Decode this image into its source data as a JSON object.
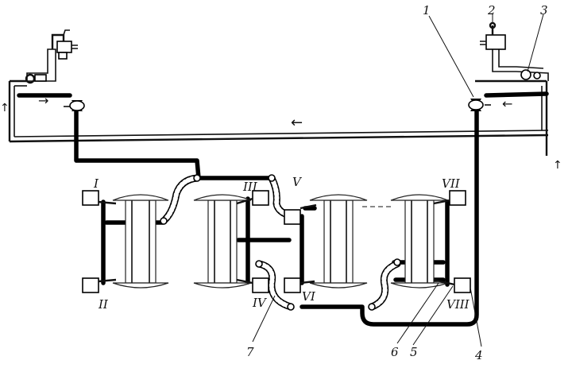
{
  "callouts": {
    "top": [
      "1",
      "2",
      "3"
    ],
    "bottom": [
      "7",
      "6",
      "5",
      "4"
    ]
  },
  "cylinders": {
    "top_row": [
      "I",
      "III",
      "V",
      "VII"
    ],
    "bottom_row": [
      "II",
      "IV",
      "VI",
      "VIII"
    ]
  },
  "flow_arrows": {
    "left_in": "→",
    "right_in": "←",
    "frame": "←",
    "left_vertical": "↑",
    "right_vertical": "↑"
  }
}
